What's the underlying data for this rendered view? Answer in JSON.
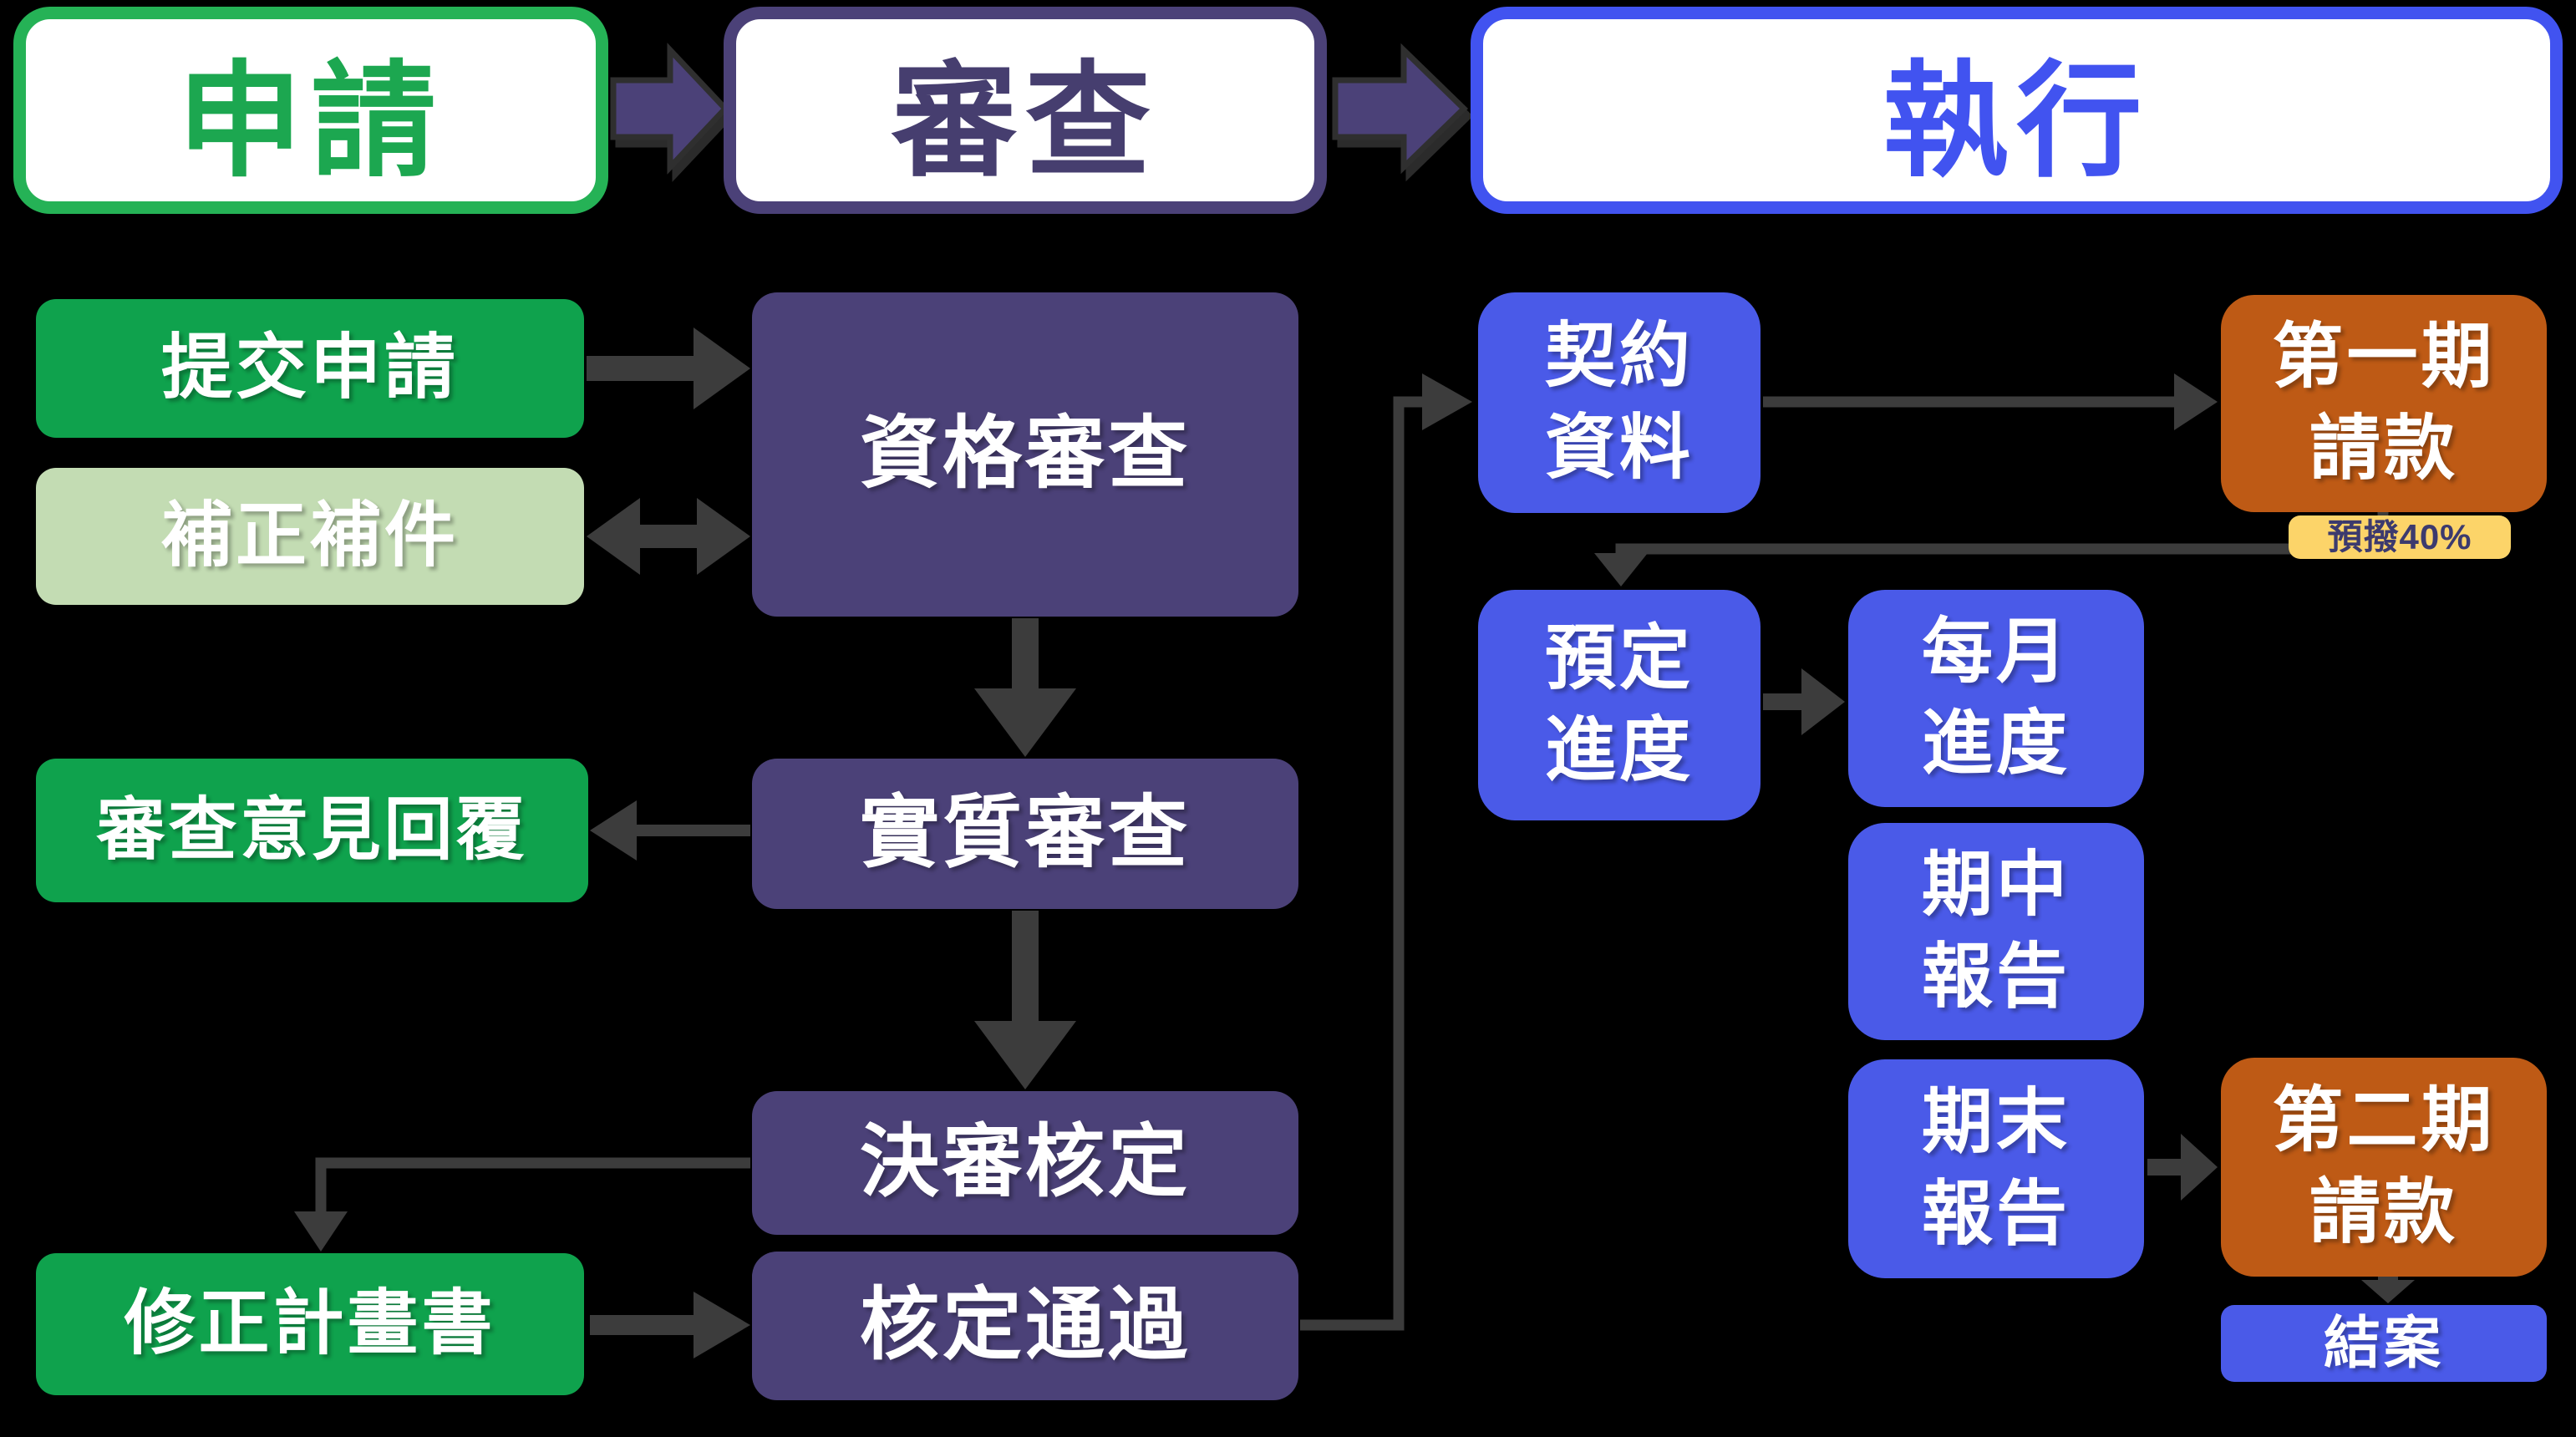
{
  "palette": {
    "background": "#000000",
    "green": "#0FA24D",
    "green_light": "#C3DCB3",
    "green_border": "#25B256",
    "green_text": "#1CA750",
    "purple": "#4B4178",
    "purple_text": "#463E6F",
    "blue": "#4A5AE8",
    "blue_border": "#4153F0",
    "blue_text": "#4153F0",
    "orange": "#BE5A15",
    "yellow": "#FCD469",
    "yellow_text": "#3C3A6E",
    "arrow": "#3C3C3C",
    "arrow_outline": "#2F2F2F",
    "box_text": "#FFFFFF",
    "header_bg": "#FFFFFF"
  },
  "stages": [
    {
      "label": "申請"
    },
    {
      "label": "審查"
    },
    {
      "label": "執行"
    }
  ],
  "nodes": {
    "submit_application": {
      "label": "提交申請"
    },
    "supplement_documents": {
      "label": "補正補件"
    },
    "qualification_review": {
      "label": "資格審查"
    },
    "review_comment_reply": {
      "label": "審查意見回覆"
    },
    "substantive_review": {
      "label": "實質審查"
    },
    "final_review_decision": {
      "label": "決審核定"
    },
    "revised_project_plan": {
      "label": "修正計畫書"
    },
    "approval_passed": {
      "label": "核定通過"
    },
    "contract_documents": {
      "label": "契約\n資料"
    },
    "planned_schedule": {
      "label": "預定\n進度"
    },
    "monthly_progress": {
      "label": "每月\n進度"
    },
    "midterm_report": {
      "label": "期中\n報告"
    },
    "final_report": {
      "label": "期末\n報告"
    },
    "first_payment": {
      "label": "第一期\n請款"
    },
    "advance_payment_tag": {
      "label": "預撥40%"
    },
    "second_payment": {
      "label": "第二期\n請款"
    },
    "case_closure": {
      "label": "結案"
    }
  }
}
